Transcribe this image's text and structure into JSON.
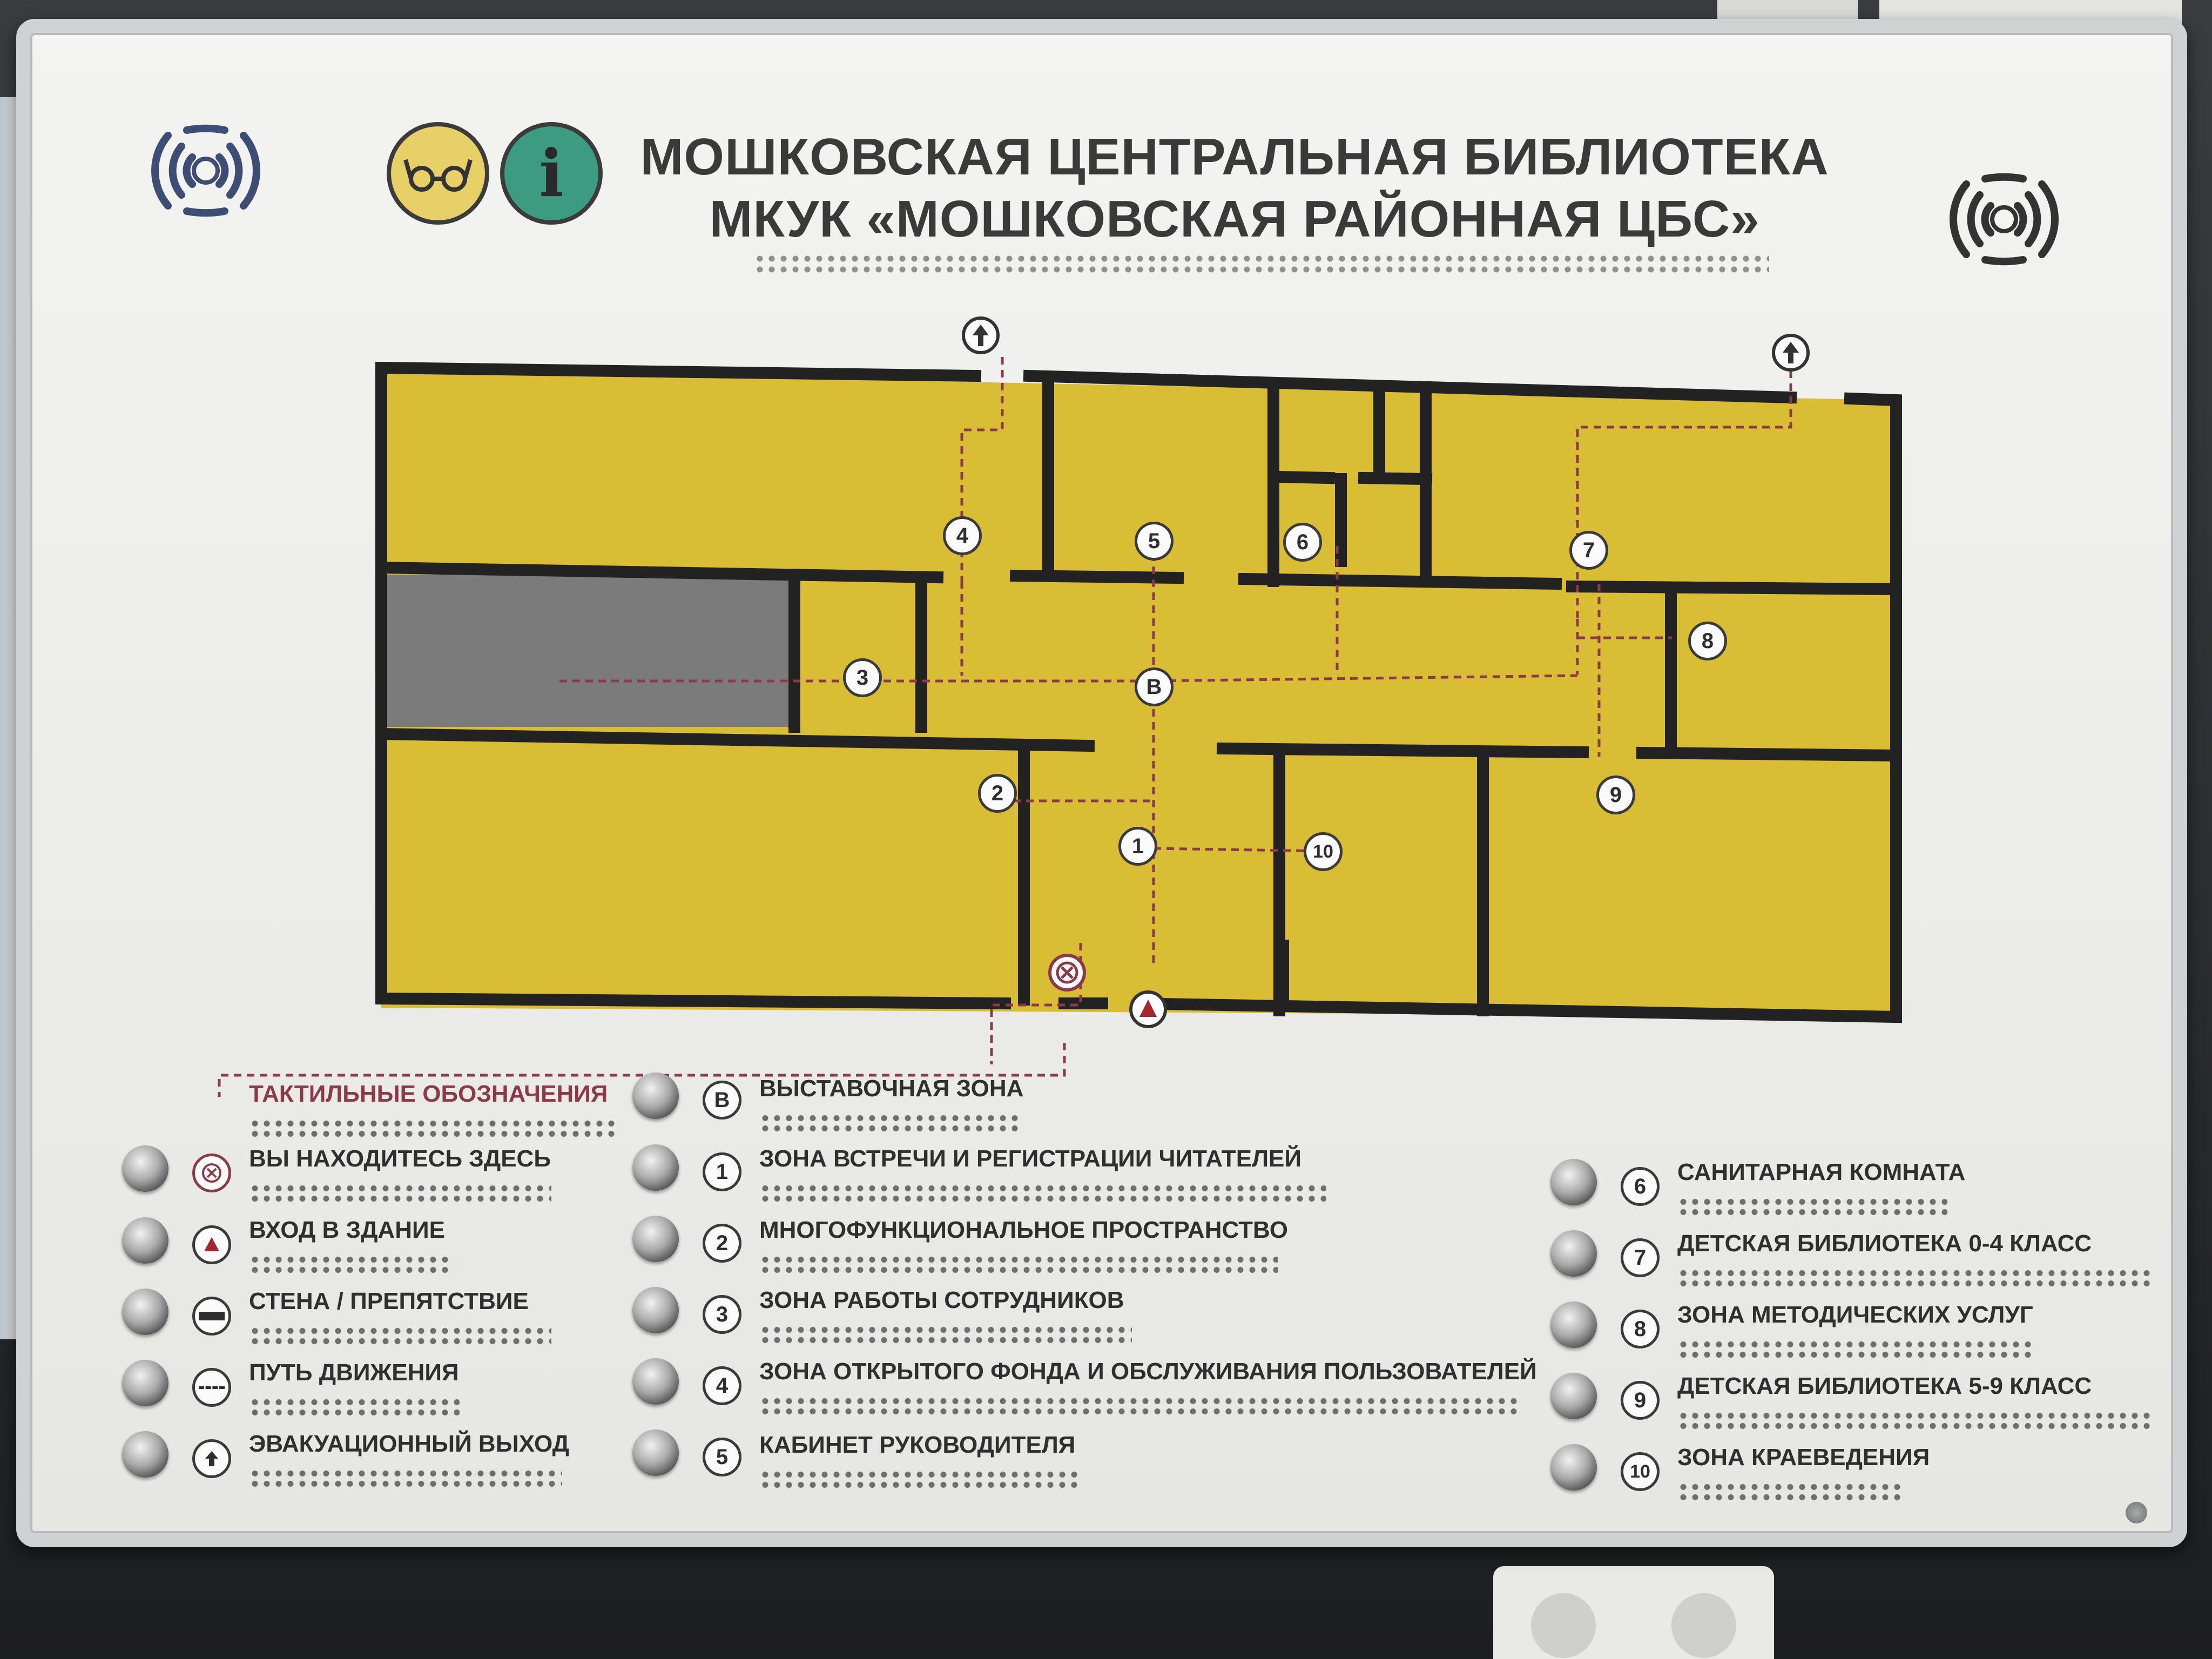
{
  "sign": {
    "title_line1": "МОШКОВСКАЯ ЦЕНТРАЛЬНАЯ БИБЛИОТЕКА",
    "title_line2": "МКУК «МОШКОВСКАЯ РАЙОННАЯ ЦБС»",
    "colors": {
      "room_fill": "#d9bd35",
      "wall": "#222222",
      "blocked": "#7b7b7b",
      "path": "#8a3a48",
      "heading": "#8a3a48"
    }
  },
  "map": {
    "markers": [
      {
        "id": "marker-1",
        "label": "1"
      },
      {
        "id": "marker-2",
        "label": "2"
      },
      {
        "id": "marker-3",
        "label": "3"
      },
      {
        "id": "marker-4",
        "label": "4"
      },
      {
        "id": "marker-5",
        "label": "5"
      },
      {
        "id": "marker-6",
        "label": "6"
      },
      {
        "id": "marker-7",
        "label": "7"
      },
      {
        "id": "marker-8",
        "label": "8"
      },
      {
        "id": "marker-9",
        "label": "9"
      },
      {
        "id": "marker-10",
        "label": "10"
      },
      {
        "id": "marker-b",
        "label": "В"
      }
    ]
  },
  "legend": {
    "heading": "ТАКТИЛЬНЫЕ ОБОЗНАЧЕНИЯ",
    "symbols": [
      {
        "label": "ВЫ НАХОДИТЕСЬ ЗДЕСЬ",
        "icon": "you-are-here-icon"
      },
      {
        "label": "ВХОД В ЗДАНИЕ",
        "icon": "entrance-icon"
      },
      {
        "label": "СТЕНА / ПРЕПЯТСТВИЕ",
        "icon": "wall-icon"
      },
      {
        "label": "ПУТЬ ДВИЖЕНИЯ",
        "icon": "route-icon"
      },
      {
        "label": "ЭВАКУАЦИОННЫЙ ВЫХОД",
        "icon": "evacuation-exit-icon"
      }
    ],
    "zones_middle": [
      {
        "num": "В",
        "label": "ВЫСТАВОЧНАЯ ЗОНА"
      },
      {
        "num": "1",
        "label": "ЗОНА ВСТРЕЧИ И РЕГИСТРАЦИИ ЧИТАТЕЛЕЙ"
      },
      {
        "num": "2",
        "label": "МНОГОФУНКЦИОНАЛЬНОЕ ПРОСТРАНСТВО"
      },
      {
        "num": "3",
        "label": "ЗОНА РАБОТЫ СОТРУДНИКОВ"
      },
      {
        "num": "4",
        "label": "ЗОНА ОТКРЫТОГО ФОНДА И ОБСЛУЖИВАНИЯ ПОЛЬЗОВАТЕЛЕЙ"
      },
      {
        "num": "5",
        "label": "КАБИНЕТ РУКОВОДИТЕЛЯ"
      }
    ],
    "zones_right": [
      {
        "num": "6",
        "label": "САНИТАРНАЯ КОМНАТА"
      },
      {
        "num": "7",
        "label": "ДЕТСКАЯ БИБЛИОТЕКА 0-4 КЛАСС"
      },
      {
        "num": "8",
        "label": "ЗОНА МЕТОДИЧЕСКИХ УСЛУГ"
      },
      {
        "num": "9",
        "label": "ДЕТСКАЯ БИБЛИОТЕКА 5-9 КЛАСС"
      },
      {
        "num": "10",
        "label": "ЗОНА КРАЕВЕДЕНИЯ"
      }
    ]
  }
}
